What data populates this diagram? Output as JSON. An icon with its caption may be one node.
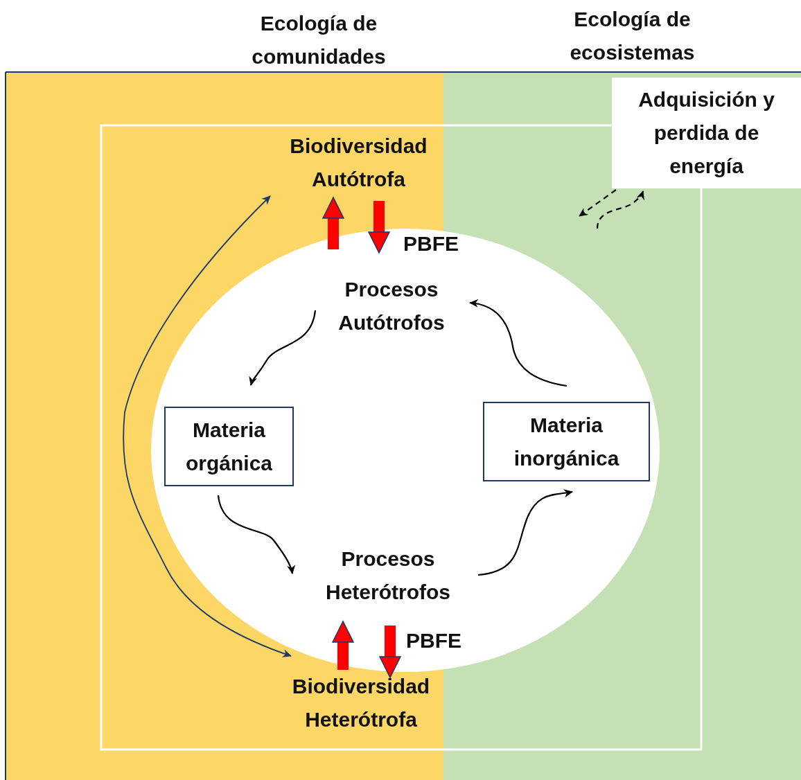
{
  "diagram": {
    "nodes": [
      {
        "text": [
          "Biodiversidad Autótrofa"
        ]
      },
      {
        "text": [
          "Procesos Autótrofos"
        ]
      },
      {
        "text": [
          "Materia orgánica"
        ]
      },
      {
        "text": [
          "Materia inorgánica"
        ]
      },
      {
        "text": [
          "Procesos Heterótrofos"
        ]
      },
      {
        "text": [
          "Biodiversidad Heterótrofa"
        ]
      },
      {
        "text": [
          "Adquisición y perdida de energía"
        ]
      }
    ],
    "edges": [
      {
        "from": 1,
        "to": 0,
        "arrow": "to",
        "style": "thick",
        "color": "#ff0000"
      },
      {
        "from": 0,
        "to": 1,
        "arrow": "to",
        "style": "thick",
        "color": "#ff0000",
        "label": "PBFE"
      },
      {
        "from": 1,
        "to": 2,
        "arrow": "to"
      },
      {
        "from": 2,
        "to": 4,
        "arrow": "to"
      },
      {
        "from": 4,
        "to": 3,
        "arrow": "to"
      },
      {
        "from": 3,
        "to": 1,
        "arrow": "to"
      },
      {
        "from": 5,
        "to": 4,
        "arrow": "to",
        "style": "thick",
        "color": "#ff0000"
      },
      {
        "from": 4,
        "to": 5,
        "arrow": "to",
        "style": "thick",
        "color": "#ff0000",
        "label": "PBFE"
      },
      {
        "from": 5,
        "to": 0,
        "arrow": "both",
        "color": "#203864"
      },
      {
        "from": 6,
        "to": null,
        "arrow": "to",
        "style": "dashed"
      },
      {
        "from": null,
        "to": 6,
        "arrow": "to",
        "style": "dashed"
      }
    ],
    "labels": [
      "Ecología de comunidades",
      "Ecología de ecosistemas"
    ]
  }
}
